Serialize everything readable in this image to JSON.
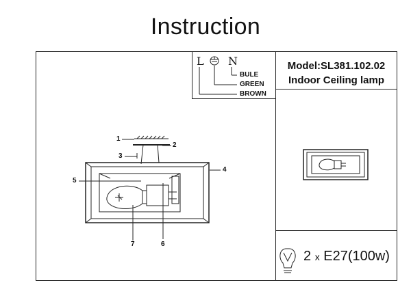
{
  "title": "Instruction",
  "model": "Model:SL381.102.02",
  "product": "Indoor Ceiling lamp",
  "wiring": {
    "terminals": [
      "L",
      "N"
    ],
    "labels": [
      "BULE",
      "GREEN",
      "BROWN"
    ]
  },
  "parts": [
    "1",
    "2",
    "3",
    "4",
    "5",
    "6",
    "7"
  ],
  "bulb_spec": {
    "count": "2",
    "x": "x",
    "type": "E27(100w)"
  },
  "colors": {
    "line": "#222222",
    "background": "#ffffff"
  }
}
